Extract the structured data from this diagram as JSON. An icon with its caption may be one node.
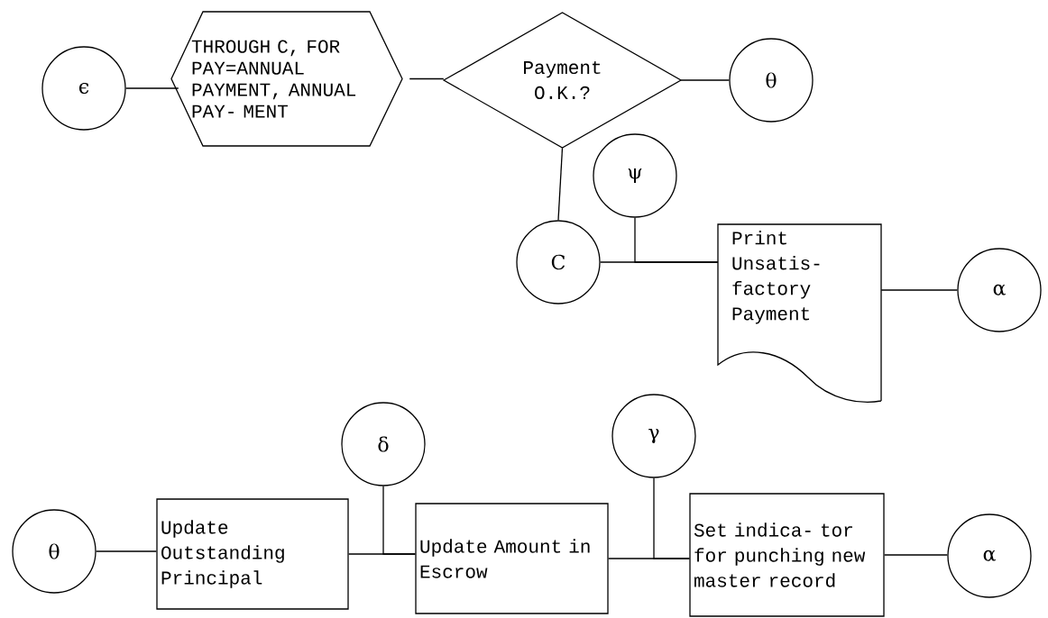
{
  "diagram": {
    "nodes": [
      {
        "text": [
          "ϵ"
        ]
      },
      {
        "text": [
          "THROUGH C, FOR PAY=ANNUAL PAYMENT, ANNUAL PAY- MENT"
        ]
      },
      {
        "text": [
          "Payment O.K.?"
        ]
      },
      {
        "text": [
          "θ"
        ]
      },
      {
        "text": [
          "ψ"
        ]
      },
      {
        "text": [
          "C"
        ]
      },
      {
        "text": [
          "Print Unsatis- factory Payment"
        ]
      },
      {
        "text": [
          "α"
        ]
      },
      {
        "text": [
          "θ"
        ]
      },
      {
        "text": [
          "Update Outstanding Principal"
        ]
      },
      {
        "text": [
          "δ"
        ]
      },
      {
        "text": [
          "Update Amount in Escrow"
        ]
      },
      {
        "text": [
          "γ"
        ]
      },
      {
        "text": [
          "Set indica- tor for punching new master record"
        ]
      },
      {
        "text": [
          "α"
        ]
      }
    ],
    "edges": [
      {
        "from": 0,
        "to": 1,
        "arrow": "none"
      },
      {
        "from": 1,
        "to": 2,
        "arrow": "none"
      },
      {
        "from": 2,
        "to": 3,
        "arrow": "none"
      },
      {
        "from": 2,
        "to": 5,
        "arrow": "none"
      },
      {
        "from": 5,
        "to": 6,
        "arrow": "none"
      },
      {
        "from": 4,
        "to": 6,
        "arrow": "none"
      },
      {
        "from": 6,
        "to": 7,
        "arrow": "none"
      },
      {
        "from": 8,
        "to": 9,
        "arrow": "none"
      },
      {
        "from": 9,
        "to": 11,
        "arrow": "none"
      },
      {
        "from": 10,
        "to": 11,
        "arrow": "none"
      },
      {
        "from": 11,
        "to": 13,
        "arrow": "none"
      },
      {
        "from": 12,
        "to": 13,
        "arrow": "none"
      },
      {
        "from": 13,
        "to": 14,
        "arrow": "none"
      }
    ]
  }
}
